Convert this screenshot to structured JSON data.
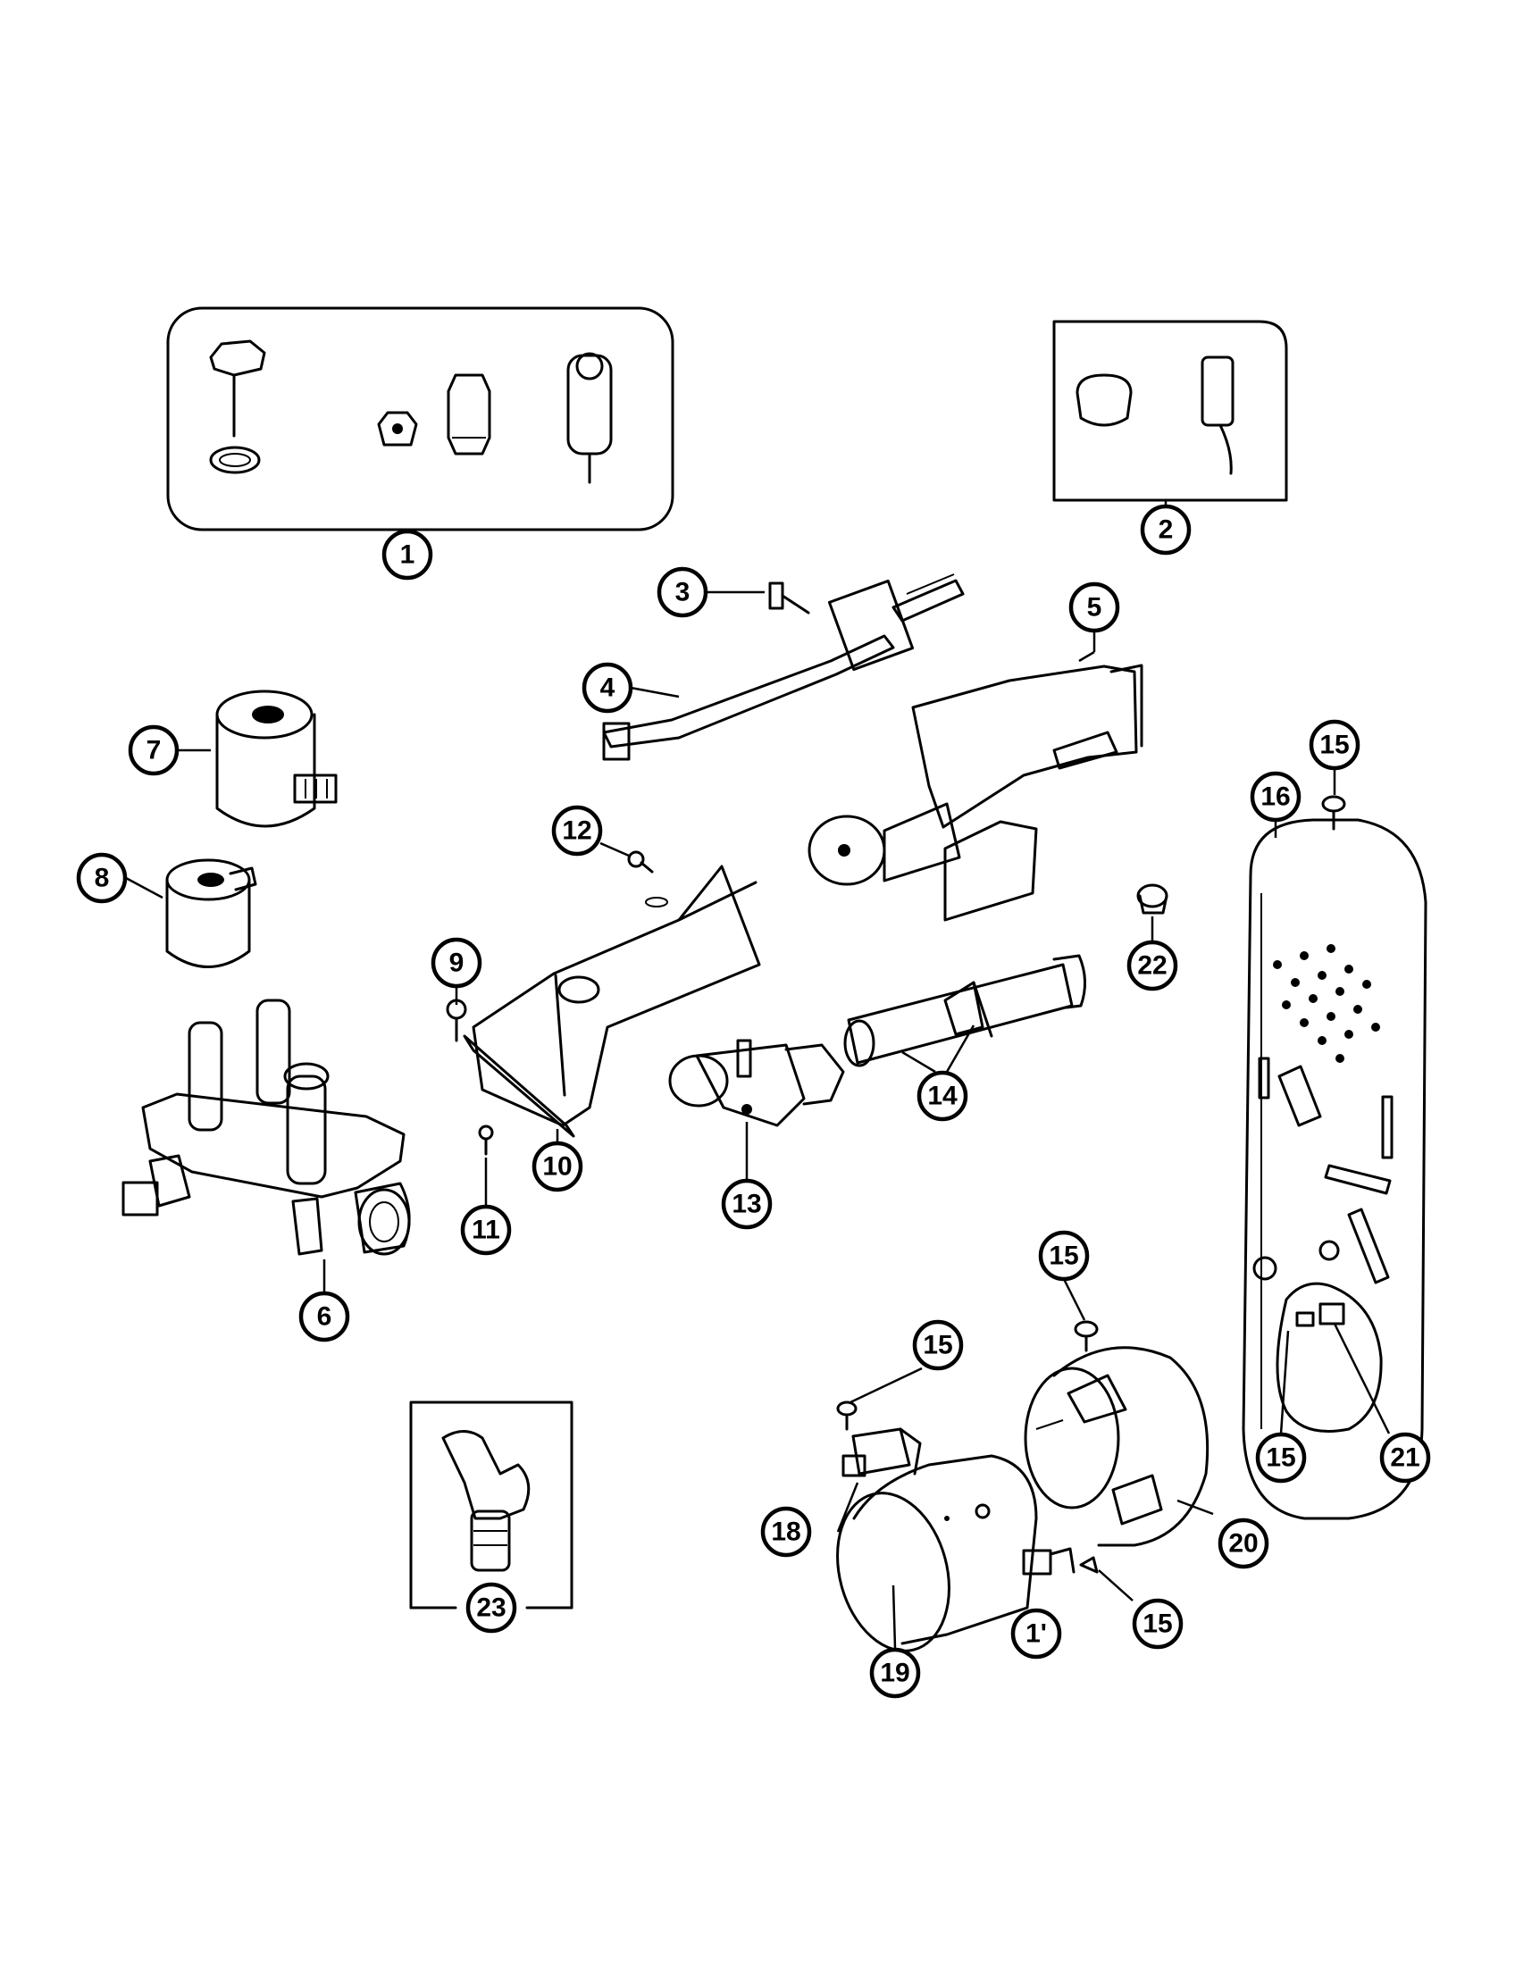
{
  "callouts": [
    {
      "id": "c1",
      "label": "1"
    },
    {
      "id": "c2",
      "label": "2"
    },
    {
      "id": "c3",
      "label": "3"
    },
    {
      "id": "c4",
      "label": "4"
    },
    {
      "id": "c5",
      "label": "5"
    },
    {
      "id": "c6",
      "label": "6"
    },
    {
      "id": "c7",
      "label": "7"
    },
    {
      "id": "c8",
      "label": "8"
    },
    {
      "id": "c9",
      "label": "9"
    },
    {
      "id": "c10",
      "label": "10"
    },
    {
      "id": "c11",
      "label": "11"
    },
    {
      "id": "c12",
      "label": "12"
    },
    {
      "id": "c13",
      "label": "13"
    },
    {
      "id": "c14",
      "label": "14"
    },
    {
      "id": "c15a",
      "label": "15"
    },
    {
      "id": "c15b",
      "label": "15"
    },
    {
      "id": "c15c",
      "label": "15"
    },
    {
      "id": "c15d",
      "label": "15"
    },
    {
      "id": "c15e",
      "label": "15"
    },
    {
      "id": "c16",
      "label": "16"
    },
    {
      "id": "c17",
      "label": "1'"
    },
    {
      "id": "c18",
      "label": "18"
    },
    {
      "id": "c19",
      "label": "19"
    },
    {
      "id": "c20",
      "label": "20"
    },
    {
      "id": "c21",
      "label": "21"
    },
    {
      "id": "c22",
      "label": "22"
    },
    {
      "id": "c23",
      "label": "23"
    }
  ]
}
